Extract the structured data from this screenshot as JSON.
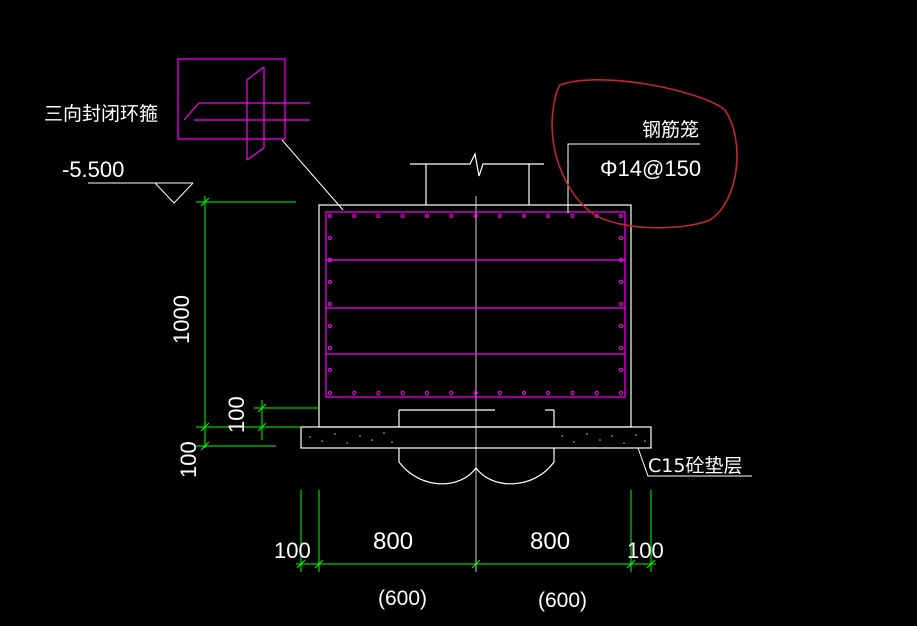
{
  "labels": {
    "stirrup_note": "三向封闭环箍",
    "elevation": "-5.500",
    "cage_label": "钢筋笼",
    "rebar_spec": "Φ14@150",
    "cushion_label": "C15砼垫层"
  },
  "dimensions": {
    "height_total": "1000",
    "height_inner": "100",
    "height_cushion": "100",
    "width_left_edge": "100",
    "width_left": "800",
    "width_right": "800",
    "width_right_edge": "100",
    "width_left_alt": "(600)",
    "width_right_alt": "(600)"
  },
  "colors": {
    "background": "#000000",
    "outline": "#ffffff",
    "rebar": "#ff00ff",
    "dimension": "#00ff00",
    "annotation_circle": "#c0282d"
  }
}
